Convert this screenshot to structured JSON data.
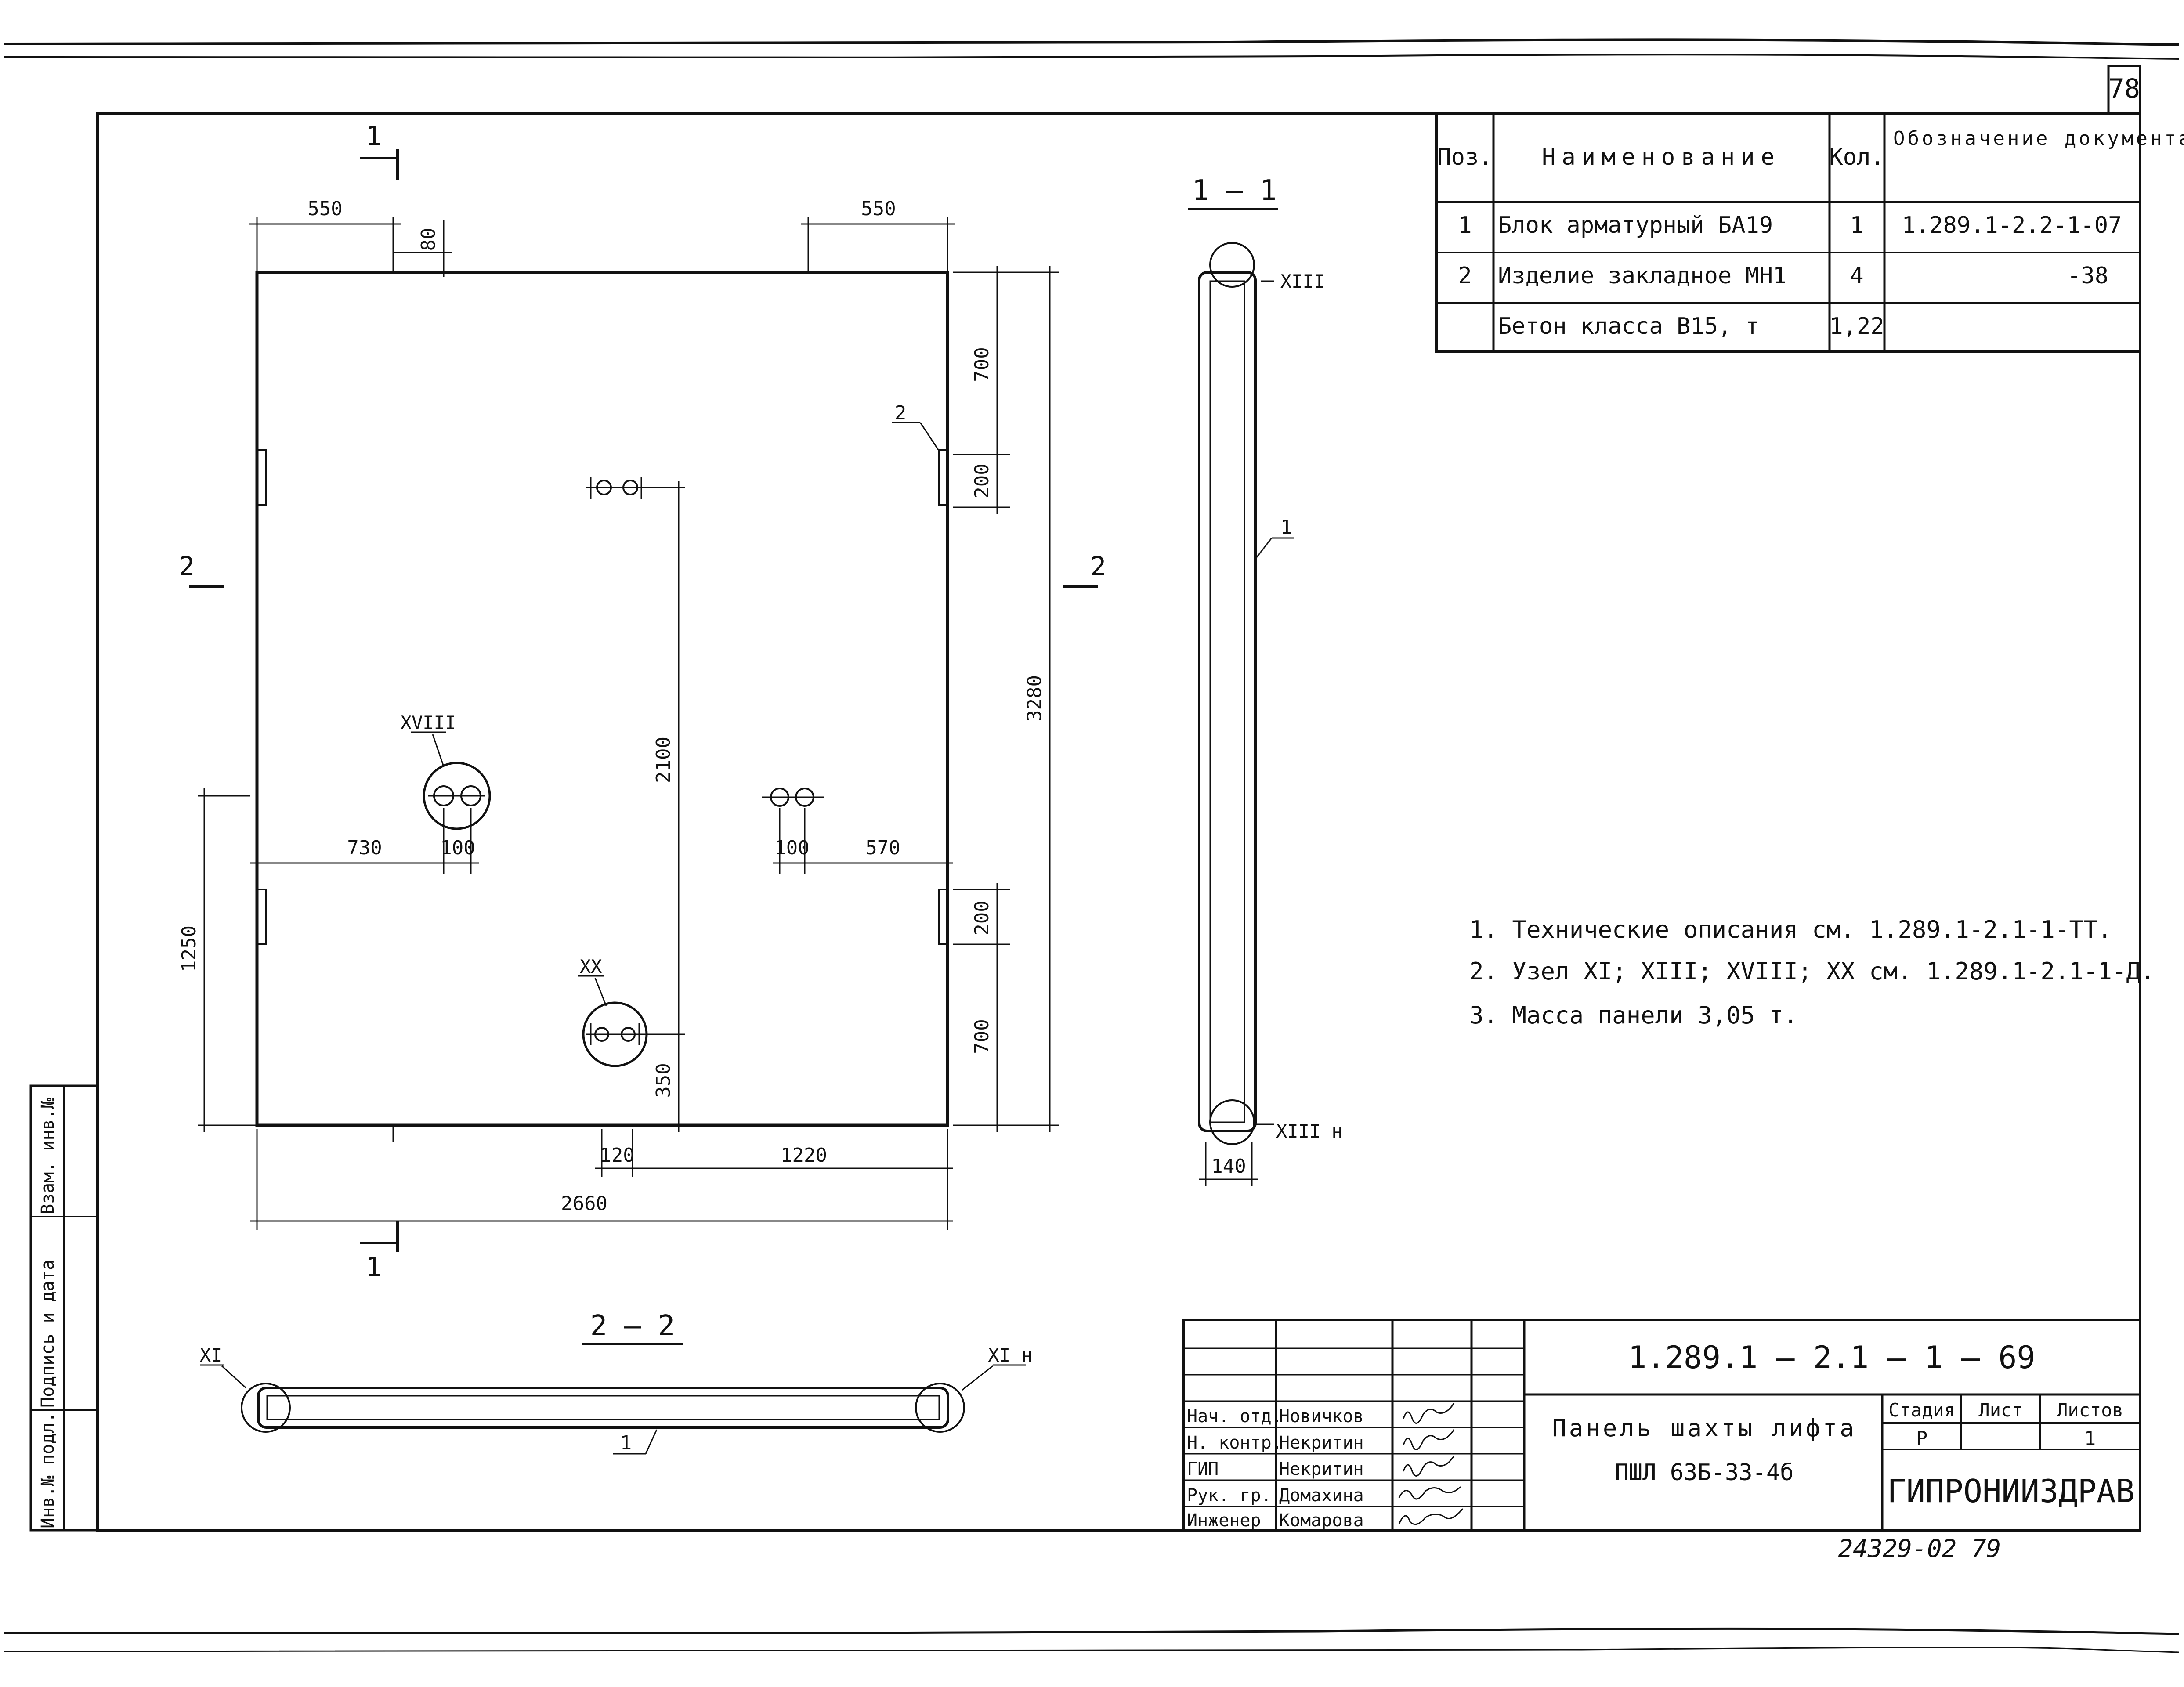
{
  "sheet_number": "78",
  "bottom_code": "24329-02 79",
  "spec_table": {
    "headers": [
      "Поз.",
      "Наименование",
      "Кол.",
      "Обозначение документа"
    ],
    "rows": [
      {
        "pos": "1",
        "name": "Блок арматурный БА19",
        "qty": "1",
        "doc": "1.289.1-2.2-1-07"
      },
      {
        "pos": "2",
        "name": "Изделие закладное МН1",
        "qty": "4",
        "doc": "-38"
      },
      {
        "pos": "",
        "name": "Бетон класса В15, т",
        "qty": "1,22",
        "doc": ""
      }
    ]
  },
  "notes": [
    "1. Технические описания см. 1.289.1-2.1-1-ТТ.",
    "2. Узел XI; XIII; XVIII; XX см. 1.289.1-2.1-1-Д.",
    "3. Масса панели 3,05 т."
  ],
  "plan": {
    "dims": {
      "top_left": "550",
      "top_right": "550",
      "top_small": "80",
      "right_700_top": "700",
      "right_200_top": "200",
      "right_3280": "3280",
      "right_200_bot": "200",
      "right_700_bot": "700",
      "left_1250": "1250",
      "mid_2100": "2100",
      "mid_350": "350",
      "d730": "730",
      "d100a": "100",
      "d100b": "100",
      "d570": "570",
      "bot_120": "120",
      "bot_1220": "1220",
      "bot_2660": "2660"
    },
    "section_marks": {
      "s1_top": "1",
      "s1_bot": "1",
      "s2_left": "2",
      "s2_right": "2"
    },
    "callouts": {
      "node_xviii": "XVIII",
      "node_xx": "XX",
      "pos2": "2"
    }
  },
  "section_1_1": {
    "title": "1 – 1",
    "node_top": "XIII",
    "node_bot": "XIII н",
    "pos": "1",
    "dim_140": "140"
  },
  "section_2_2": {
    "title": "2 – 2",
    "node_left": "XI",
    "node_right": "XI н",
    "pos": "1"
  },
  "side_stamp": [
    "Инв.№ подл.",
    "Подпись и дата",
    "Взам. инв.№"
  ],
  "title_block": {
    "doc_code": "1.289.1 – 2.1 – 1 – 69",
    "title_line1": "Панель шахты лифта",
    "title_line2": "ПШЛ 63Б-33-4б",
    "stage_header": "Стадия",
    "sheet_header": "Лист",
    "sheets_header": "Листов",
    "stage": "Р",
    "sheet": "",
    "sheets": "1",
    "org": "ГИПРОНИИЗДРАВ",
    "staff": [
      {
        "role": "Нач. отд.",
        "name": "Новичков"
      },
      {
        "role": "Н. контр.",
        "name": "Некритин"
      },
      {
        "role": "ГИП",
        "name": "Некритин"
      },
      {
        "role": "Рук. гр.",
        "name": "Домахина"
      },
      {
        "role": "Инженер",
        "name": "Комарова"
      }
    ]
  }
}
